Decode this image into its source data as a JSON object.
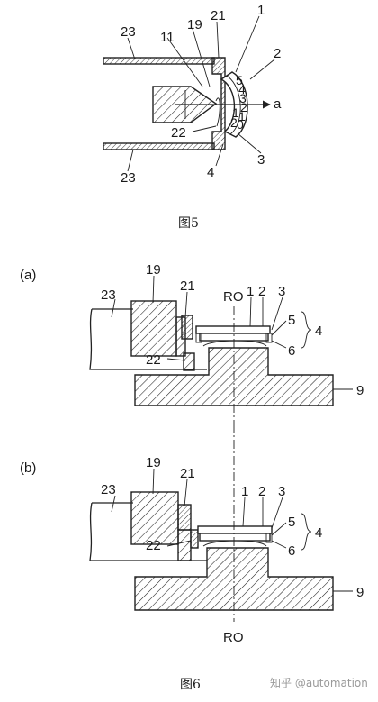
{
  "figure5": {
    "caption": "图5",
    "labels": {
      "n1": "1",
      "n2": "2",
      "n3": "3",
      "n4": "4",
      "n11": "11",
      "n19": "19",
      "n21": "21",
      "n22": "22",
      "n23_top": "23",
      "n23_bottom": "23",
      "arrow": "a",
      "wafer_segments": [
        "5",
        "4",
        "3",
        "2",
        "1",
        "0",
        "1",
        "2"
      ]
    }
  },
  "figure6": {
    "caption": "图6",
    "panel_a": {
      "tag": "(a)",
      "labels": {
        "n23": "23",
        "n19": "19",
        "n21": "21",
        "ro": "RO",
        "n1": "1",
        "n2": "2",
        "n3": "3",
        "n5": "5",
        "n4": "4",
        "n6": "6",
        "n22": "22",
        "n9": "9"
      }
    },
    "panel_b": {
      "tag": "(b)",
      "labels": {
        "n23": "23",
        "n19": "19",
        "n21": "21",
        "n1": "1",
        "n2": "2",
        "n3": "3",
        "n5": "5",
        "n4": "4",
        "n6": "6",
        "n22": "22",
        "n9": "9",
        "ro": "RO"
      }
    }
  },
  "watermark": "知乎 @automation"
}
